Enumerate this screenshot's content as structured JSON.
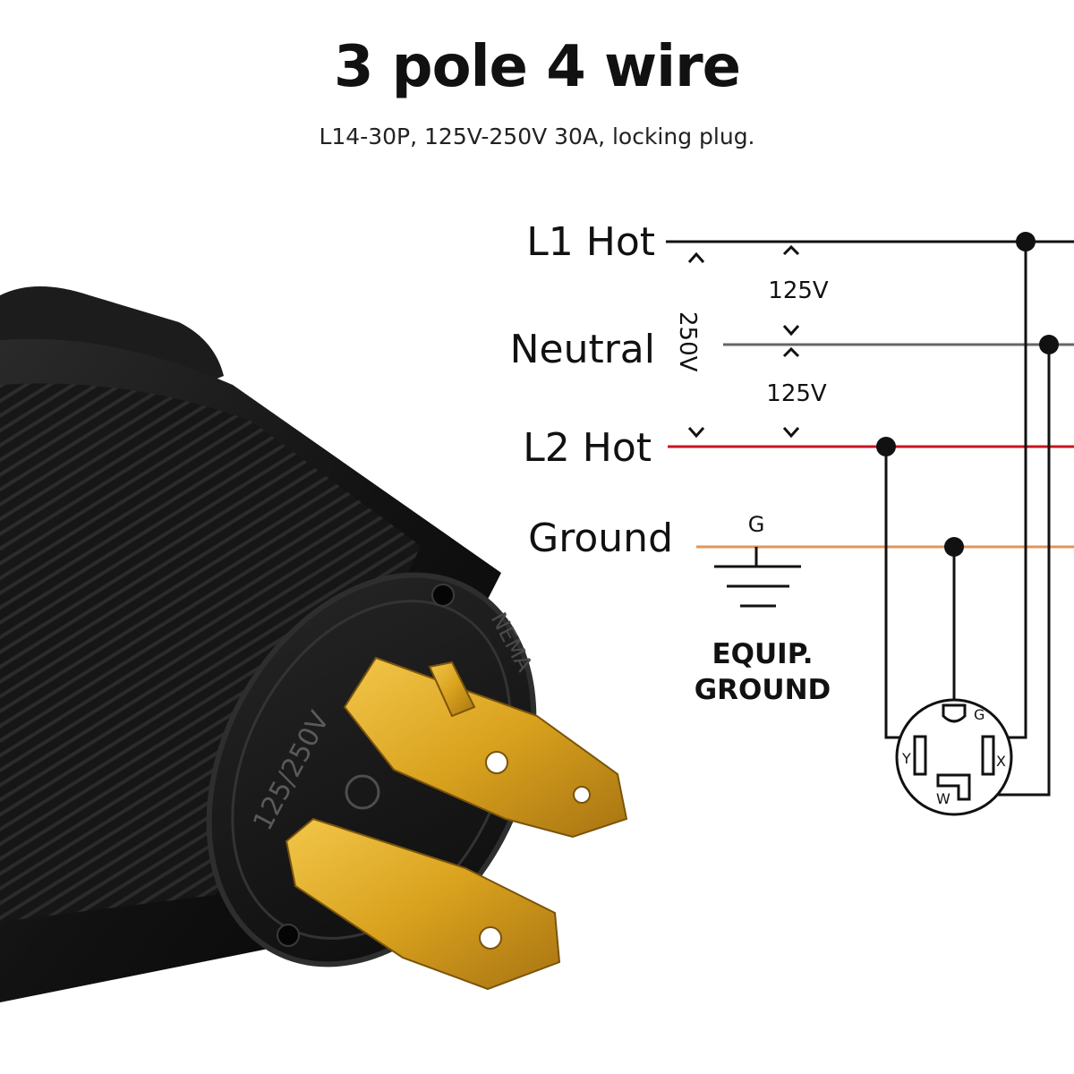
{
  "title": "3 pole 4 wire",
  "subtitle": "L14-30P, 125V-250V 30A, locking plug.",
  "wires": {
    "l1": {
      "label": "L1 Hot",
      "color": "#111111"
    },
    "neutral": {
      "label": "Neutral",
      "color": "#666666"
    },
    "l2": {
      "label": "L2 Hot",
      "color": "#c8141e"
    },
    "ground": {
      "label": "Ground",
      "color": "#e0955a"
    }
  },
  "voltages": {
    "line_to_line": "250V",
    "l1_to_neutral": "125V",
    "neutral_to_l2": "125V"
  },
  "ground_symbol": {
    "letter": "G",
    "caption_line1": "EQUIP.",
    "caption_line2": "GROUND"
  },
  "receptacle": {
    "g": "G",
    "x": "X",
    "y": "Y",
    "w": "W"
  },
  "plug_body_text": {
    "rating": "125/250V",
    "brand": "NEMA"
  },
  "colors": {
    "plug_body": "#151515",
    "prong_brass": "#d9a21e"
  }
}
